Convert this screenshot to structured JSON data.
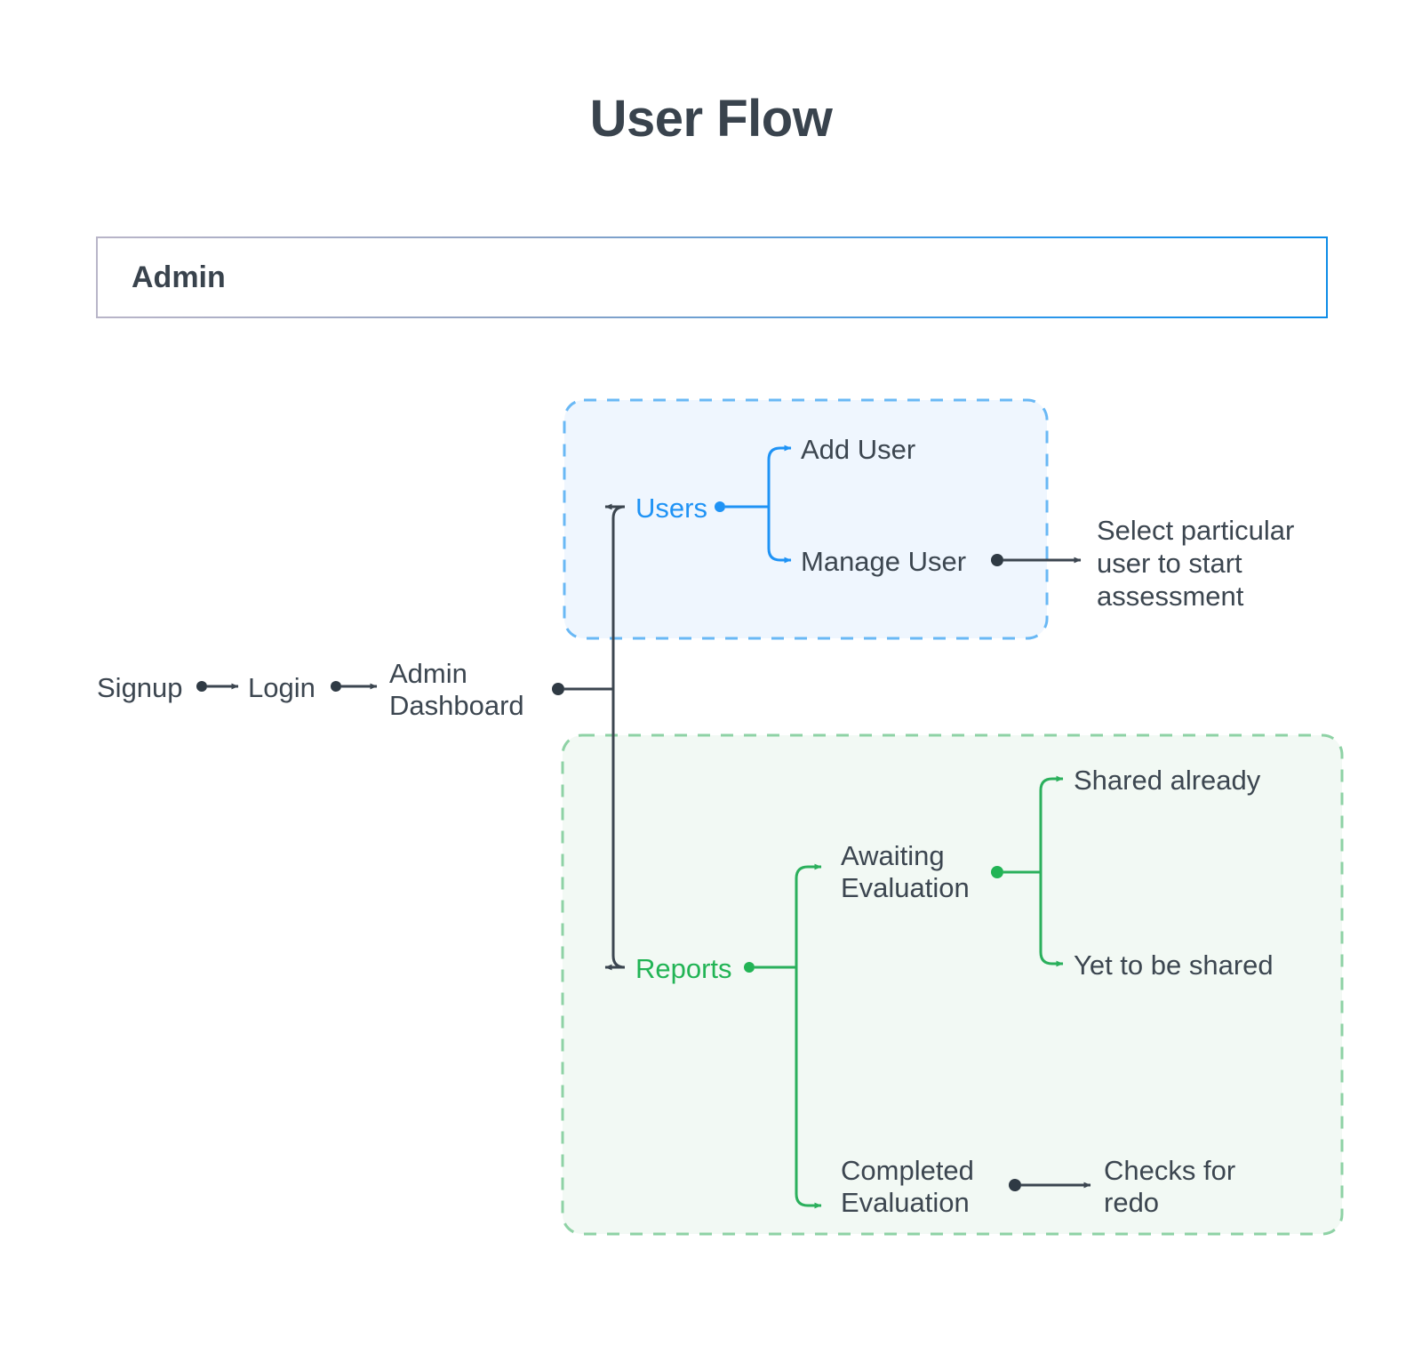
{
  "page": {
    "title": "User Flow",
    "background_color": "#ffffff",
    "text_color": "#3c4650"
  },
  "header_box": {
    "label": "Admin",
    "border_accent_color": "#0d8ce8"
  },
  "groups": [
    {
      "id": "users-group",
      "accent_color": "#1f93f5",
      "fill_color": "#eff6fe",
      "border_style": "dashed"
    },
    {
      "id": "reports-group",
      "accent_color": "#22b455",
      "fill_color": "#f2f9f4",
      "border_style": "dashed"
    }
  ],
  "nodes": {
    "signup": "Signup",
    "login": "Login",
    "admin_dashboard_line1": "Admin",
    "admin_dashboard_line2": "Dashboard",
    "users": "Users",
    "add_user": "Add User",
    "manage_user": "Manage User",
    "select_user_line1": "Select particular",
    "select_user_line2": "user to start",
    "select_user_line3": "assessment",
    "reports": "Reports",
    "awaiting_line1": "Awaiting",
    "awaiting_line2": "Evaluation",
    "shared_already": "Shared already",
    "yet_to_be_shared": "Yet to be shared",
    "completed_line1": "Completed",
    "completed_line2": "Evaluation",
    "checks_line1": "Checks for",
    "checks_line2": "redo"
  },
  "flow": {
    "edges": [
      {
        "from": "signup",
        "to": "login",
        "color": "#3c4650"
      },
      {
        "from": "login",
        "to": "admin_dashboard",
        "color": "#3c4650"
      },
      {
        "from": "admin_dashboard",
        "to": "users",
        "color": "#3c4650"
      },
      {
        "from": "admin_dashboard",
        "to": "reports",
        "color": "#3c4650"
      },
      {
        "from": "users",
        "to": "add_user",
        "color": "#1f93f5"
      },
      {
        "from": "users",
        "to": "manage_user",
        "color": "#1f93f5"
      },
      {
        "from": "manage_user",
        "to": "select_particular_user",
        "color": "#3c4650"
      },
      {
        "from": "reports",
        "to": "awaiting_evaluation",
        "color": "#2bb05c"
      },
      {
        "from": "reports",
        "to": "completed_evaluation",
        "color": "#2bb05c"
      },
      {
        "from": "awaiting_evaluation",
        "to": "shared_already",
        "color": "#2bb05c"
      },
      {
        "from": "awaiting_evaluation",
        "to": "yet_to_be_shared",
        "color": "#2bb05c"
      },
      {
        "from": "completed_evaluation",
        "to": "checks_for_redo",
        "color": "#3c4650"
      }
    ]
  }
}
